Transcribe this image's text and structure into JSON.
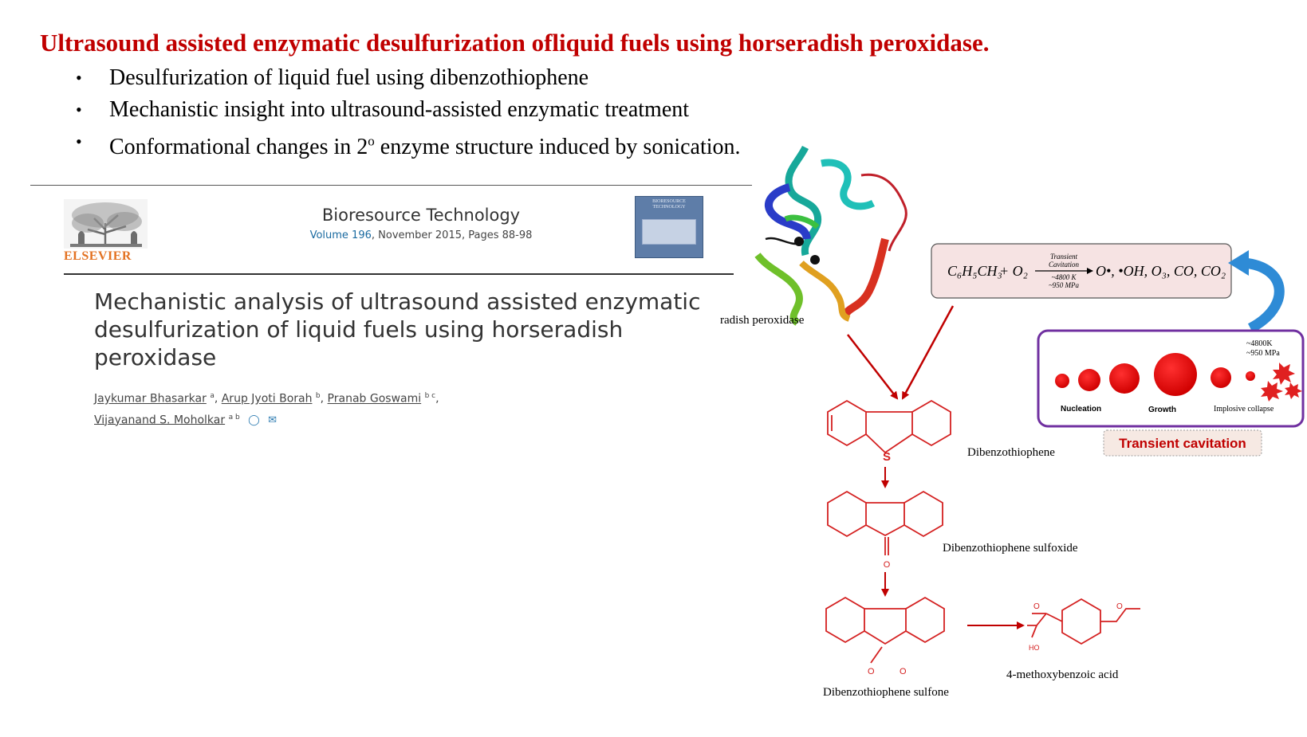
{
  "slide": {
    "title": "Ultrasound assisted enzymatic desulfurization ofliquid fuels using horseradish peroxidase.",
    "bullets": [
      "Desulfurization of liquid fuel using dibenzothiophene",
      "Mechanistic insight into ultrasound-assisted enzymatic treatment"
    ],
    "bullet3_prefix": "Conformational changes in 2",
    "bullet3_sup": "o",
    "bullet3_suffix": " enzyme structure induced by sonication."
  },
  "paper": {
    "publisher": "ELSEVIER",
    "journal": "Bioresource Technology",
    "volume": "Volume 196",
    "issue_pages": ", November 2015, Pages 88-98",
    "cover_title": "BIORESOURCE TECHNOLOGY",
    "article_title": "Mechanistic analysis of ultrasound assisted enzymatic desulfurization of liquid fuels using horseradish peroxidase",
    "authors": [
      {
        "name": "Jaykumar Bhasarkar",
        "aff": "a"
      },
      {
        "name": "Arup Jyoti Borah",
        "aff": "b"
      },
      {
        "name": "Pranab Goswami",
        "aff": "b c"
      },
      {
        "name": "Vijayanand S. Moholkar",
        "aff": "a b"
      }
    ],
    "person_icon": "person-icon",
    "mail_icon": "mail-icon"
  },
  "diagram": {
    "enzyme_label": "radish peroxidase",
    "reaction": {
      "reactant_1": "C₆H₅CH₃",
      "plus_o2": "+ O₂",
      "arrow_top_1": "Transient",
      "arrow_top_2": "Cavitation",
      "arrow_bottom_1": "~4800 K",
      "arrow_bottom_2": "~950 MPa",
      "products": "O•, •OH, O₃, CO, CO₂"
    },
    "cavitation": {
      "temp": "~4800K",
      "pressure": "~950 MPa",
      "stage_1": "Nucleation",
      "stage_2": "Growth",
      "stage_3": "Implosive collapse",
      "label": "Transient cavitation"
    },
    "sulfur_atom": "S",
    "oxygen_atom": "O",
    "hydroxyl": "HO",
    "compounds": {
      "dbt": "Dibenzothiophene",
      "sulfoxide": "Dibenzothiophene sulfoxide",
      "sulfone": "Dibenzothiophene sulfone",
      "acid": "4-methoxybenzoic acid"
    }
  },
  "colors": {
    "title_red": "#c00000",
    "structure_red": "#d42020",
    "cavitation_border": "#7030a0",
    "elsevier_orange": "#e37222",
    "link_blue": "#1a6aa0",
    "curved_arrow_blue": "#2e8bd6"
  }
}
